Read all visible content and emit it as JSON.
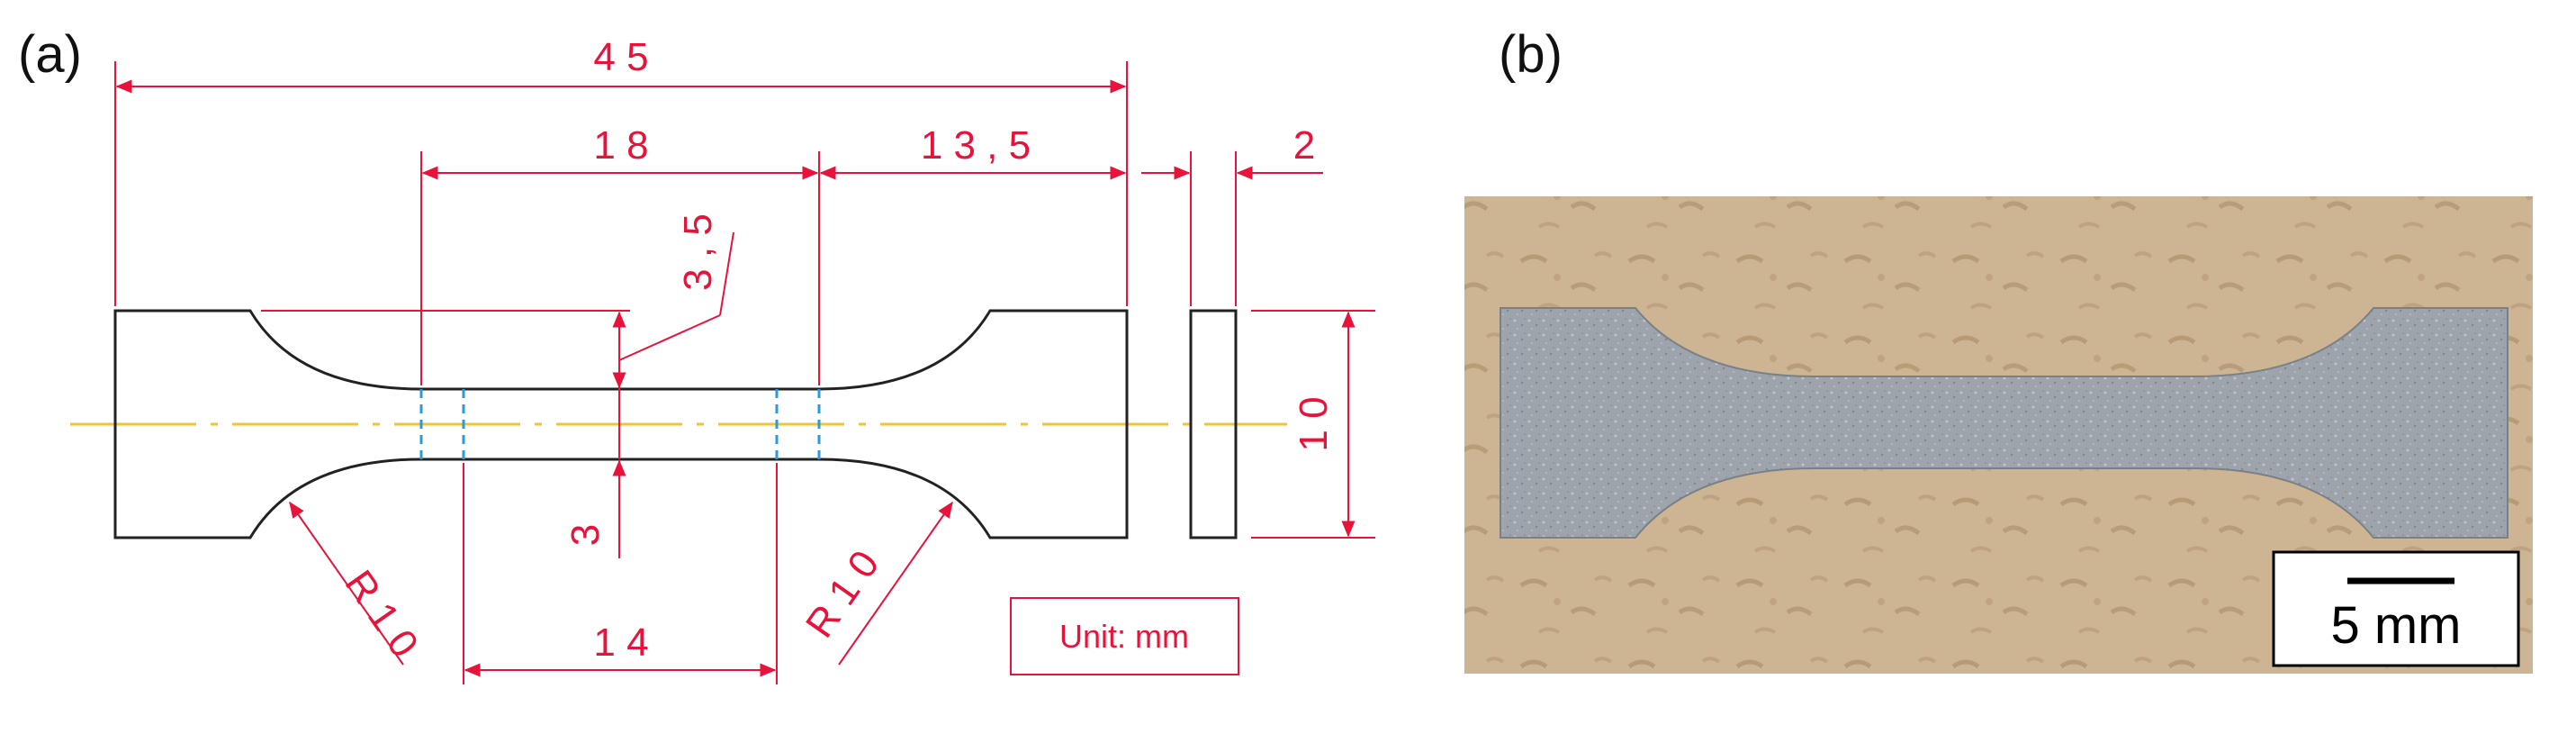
{
  "panels": {
    "a_label": "(a)",
    "b_label": "(b)"
  },
  "drawing": {
    "dims": {
      "total_length": "4 5",
      "gauge_length": "1 8",
      "grip_length": "1 3 , 5",
      "thickness": "2",
      "width_end": "1 0",
      "fillet_offset": "3 , 5",
      "gauge_width": "3",
      "inner_length": "1 4",
      "radius_left": "R 1 0",
      "radius_right": "R 1 0"
    },
    "unit_label": "Unit: mm"
  },
  "photo": {
    "scale_bar_label": "5 mm"
  },
  "colors": {
    "dimension": "#e8123a",
    "outline": "#222222",
    "centerline": "#f2c430",
    "gauge_marks": "#2a9bd8",
    "specimen": "#9ea4ab",
    "background_wood": "#cdb492"
  }
}
